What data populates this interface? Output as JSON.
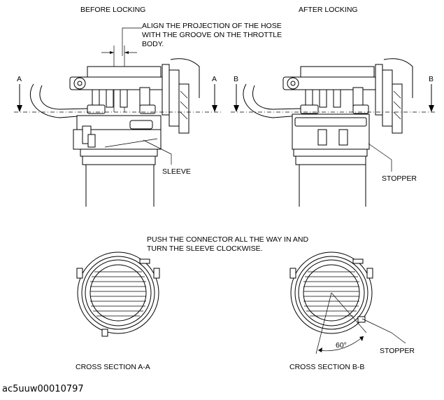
{
  "labels": {
    "before_locking": "BEFORE LOCKING",
    "after_locking": "AFTER LOCKING",
    "align_line1": "ALIGN THE PROJECTION OF THE HOSE",
    "align_line2": "WITH THE GROOVE ON THE THROTTLE",
    "align_line3": "BODY.",
    "section_a_left": "A",
    "section_a_right": "A",
    "section_b_left": "B",
    "section_b_right": "B",
    "sleeve": "SLEEVE",
    "stopper_top": "STOPPER",
    "push_line1": "PUSH THE CONNECTOR ALL THE WAY IN AND",
    "push_line2": "TURN THE SLEEVE CLOCKWISE.",
    "angle": "60°",
    "stopper_bottom": "STOPPER",
    "cross_section_aa": "CROSS SECTION A-A",
    "cross_section_bb": "CROSS SECTION B-B"
  },
  "figure_id": "ac5uuw00010797"
}
